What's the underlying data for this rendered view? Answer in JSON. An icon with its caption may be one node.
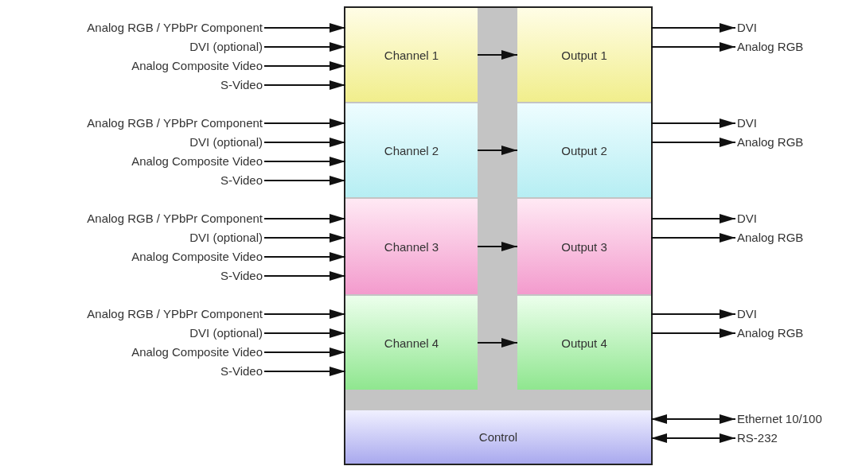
{
  "diagram": {
    "nodes": [
      {
        "text": [],
        "shape": "box"
      },
      {
        "text": [
          "Analog RGB / YPbPr Component"
        ]
      },
      {
        "text": [
          "DVI (optional)"
        ]
      },
      {
        "text": [
          "Analog Composite Video"
        ]
      },
      {
        "text": [
          "S-Video"
        ]
      },
      {
        "text": [
          "Channel 1"
        ],
        "in": 0
      },
      {
        "text": [
          "Output 1"
        ],
        "in": 0
      },
      {
        "text": [
          "DVI"
        ]
      },
      {
        "text": [
          "Analog RGB"
        ]
      },
      {
        "text": [
          "Analog RGB / YPbPr Component"
        ]
      },
      {
        "text": [
          "DVI (optional)"
        ]
      },
      {
        "text": [
          "Analog Composite Video"
        ]
      },
      {
        "text": [
          "S-Video"
        ]
      },
      {
        "text": [
          "Channel 2"
        ],
        "in": 0
      },
      {
        "text": [
          "Output 2"
        ],
        "in": 0
      },
      {
        "text": [
          "DVI"
        ]
      },
      {
        "text": [
          "Analog RGB"
        ]
      },
      {
        "text": [
          "Analog RGB / YPbPr Component"
        ]
      },
      {
        "text": [
          "DVI (optional)"
        ]
      },
      {
        "text": [
          "Analog Composite Video"
        ]
      },
      {
        "text": [
          "S-Video"
        ]
      },
      {
        "text": [
          "Channel 3"
        ],
        "in": 0
      },
      {
        "text": [
          "Output 3"
        ],
        "in": 0
      },
      {
        "text": [
          "DVI"
        ]
      },
      {
        "text": [
          "Analog RGB"
        ]
      },
      {
        "text": [
          "Analog RGB / YPbPr Component"
        ]
      },
      {
        "text": [
          "DVI (optional)"
        ]
      },
      {
        "text": [
          "Analog Composite Video"
        ]
      },
      {
        "text": [
          "S-Video"
        ]
      },
      {
        "text": [
          "Channel 4"
        ],
        "in": 0
      },
      {
        "text": [
          "Output 4"
        ],
        "in": 0
      },
      {
        "text": [
          "DVI"
        ]
      },
      {
        "text": [
          "Analog RGB"
        ]
      },
      {
        "text": [
          "Control"
        ],
        "in": 0
      },
      {
        "text": [
          "Ethernet 10/100"
        ]
      },
      {
        "text": [
          "RS-232"
        ]
      }
    ],
    "edges": [
      {
        "from": 1,
        "to": 5,
        "arrow": "to"
      },
      {
        "from": 2,
        "to": 5,
        "arrow": "to"
      },
      {
        "from": 3,
        "to": 5,
        "arrow": "to"
      },
      {
        "from": 4,
        "to": 5,
        "arrow": "to"
      },
      {
        "from": 5,
        "to": 6,
        "arrow": "to"
      },
      {
        "from": 6,
        "to": 7,
        "arrow": "to"
      },
      {
        "from": 6,
        "to": 8,
        "arrow": "to"
      },
      {
        "from": 9,
        "to": 13,
        "arrow": "to"
      },
      {
        "from": 10,
        "to": 13,
        "arrow": "to"
      },
      {
        "from": 11,
        "to": 13,
        "arrow": "to"
      },
      {
        "from": 12,
        "to": 13,
        "arrow": "to"
      },
      {
        "from": 13,
        "to": 14,
        "arrow": "to"
      },
      {
        "from": 14,
        "to": 15,
        "arrow": "to"
      },
      {
        "from": 14,
        "to": 16,
        "arrow": "to"
      },
      {
        "from": 17,
        "to": 21,
        "arrow": "to"
      },
      {
        "from": 18,
        "to": 21,
        "arrow": "to"
      },
      {
        "from": 19,
        "to": 21,
        "arrow": "to"
      },
      {
        "from": 20,
        "to": 21,
        "arrow": "to"
      },
      {
        "from": 21,
        "to": 22,
        "arrow": "to"
      },
      {
        "from": 22,
        "to": 23,
        "arrow": "to"
      },
      {
        "from": 22,
        "to": 24,
        "arrow": "to"
      },
      {
        "from": 25,
        "to": 29,
        "arrow": "to"
      },
      {
        "from": 26,
        "to": 29,
        "arrow": "to"
      },
      {
        "from": 27,
        "to": 29,
        "arrow": "to"
      },
      {
        "from": 28,
        "to": 29,
        "arrow": "to"
      },
      {
        "from": 29,
        "to": 30,
        "arrow": "to"
      },
      {
        "from": 30,
        "to": 31,
        "arrow": "to"
      },
      {
        "from": 30,
        "to": 32,
        "arrow": "to"
      },
      {
        "from": 33,
        "to": 34,
        "arrow": "both"
      },
      {
        "from": 33,
        "to": 35,
        "arrow": "both"
      }
    ]
  }
}
